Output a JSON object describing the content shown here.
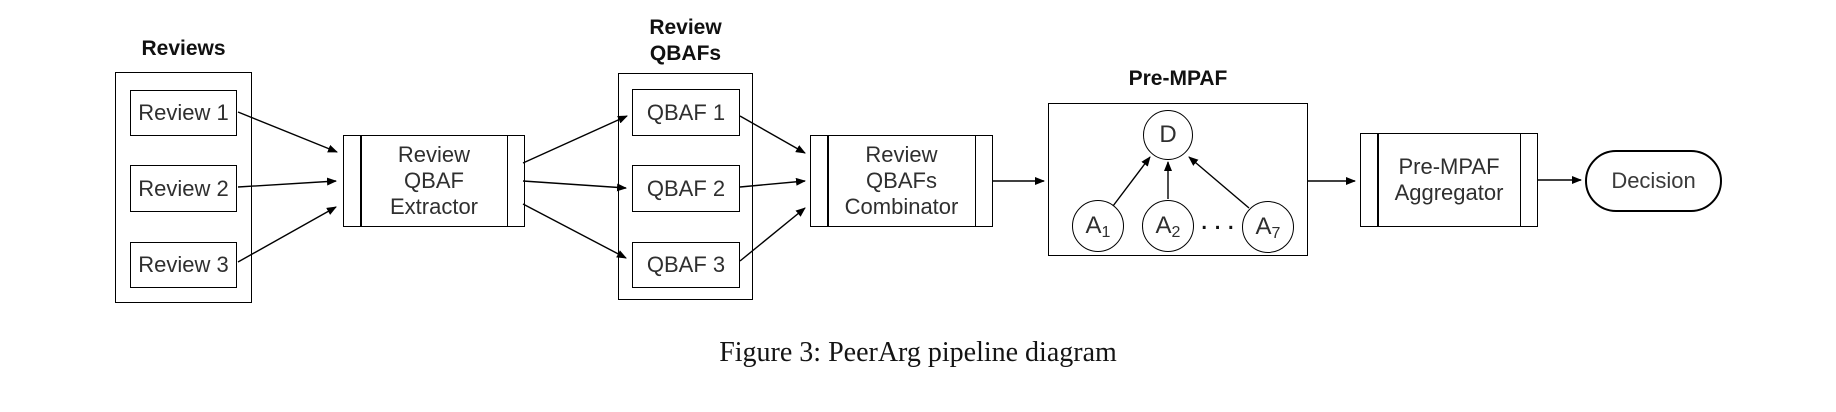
{
  "figure": {
    "caption": "Figure 3: PeerArg pipeline diagram"
  },
  "colors": {
    "stroke": "#000000",
    "text": "#2f2f2f",
    "background": "#ffffff"
  },
  "groups": {
    "reviews": {
      "label": "Reviews",
      "items": [
        "Review 1",
        "Review 2",
        "Review 3"
      ]
    },
    "review_qbafs": {
      "label_line1": "Review",
      "label_line2": "QBAFs",
      "items": [
        "QBAF 1",
        "QBAF 2",
        "QBAF 3"
      ]
    },
    "pre_mpaf": {
      "label": "Pre-MPAF",
      "decision_node": "D",
      "args": [
        {
          "base": "A",
          "sub": "1"
        },
        {
          "base": "A",
          "sub": "2"
        },
        {
          "base": "A",
          "sub": "7"
        }
      ],
      "ellipsis": "..."
    }
  },
  "processes": {
    "extractor": {
      "line1": "Review",
      "line2": "QBAF",
      "line3": "Extractor"
    },
    "combinator": {
      "line1": "Review",
      "line2": "QBAFs",
      "line3": "Combinator"
    },
    "aggregator": {
      "line1": "Pre-MPAF",
      "line2": "Aggregator"
    }
  },
  "terminal": {
    "decision": "Decision"
  },
  "edges": [
    {
      "from": "review-1",
      "to": "review-qbaf-extractor"
    },
    {
      "from": "review-2",
      "to": "review-qbaf-extractor"
    },
    {
      "from": "review-3",
      "to": "review-qbaf-extractor"
    },
    {
      "from": "review-qbaf-extractor",
      "to": "qbaf-1"
    },
    {
      "from": "review-qbaf-extractor",
      "to": "qbaf-2"
    },
    {
      "from": "review-qbaf-extractor",
      "to": "qbaf-3"
    },
    {
      "from": "qbaf-1",
      "to": "review-qbafs-combinator"
    },
    {
      "from": "qbaf-2",
      "to": "review-qbafs-combinator"
    },
    {
      "from": "qbaf-3",
      "to": "review-qbafs-combinator"
    },
    {
      "from": "review-qbafs-combinator",
      "to": "pre-mpaf"
    },
    {
      "from": "pre-mpaf",
      "to": "pre-mpaf-aggregator"
    },
    {
      "from": "pre-mpaf-aggregator",
      "to": "decision"
    },
    {
      "from": "A1",
      "to": "D"
    },
    {
      "from": "A2",
      "to": "D"
    },
    {
      "from": "A7",
      "to": "D"
    }
  ]
}
